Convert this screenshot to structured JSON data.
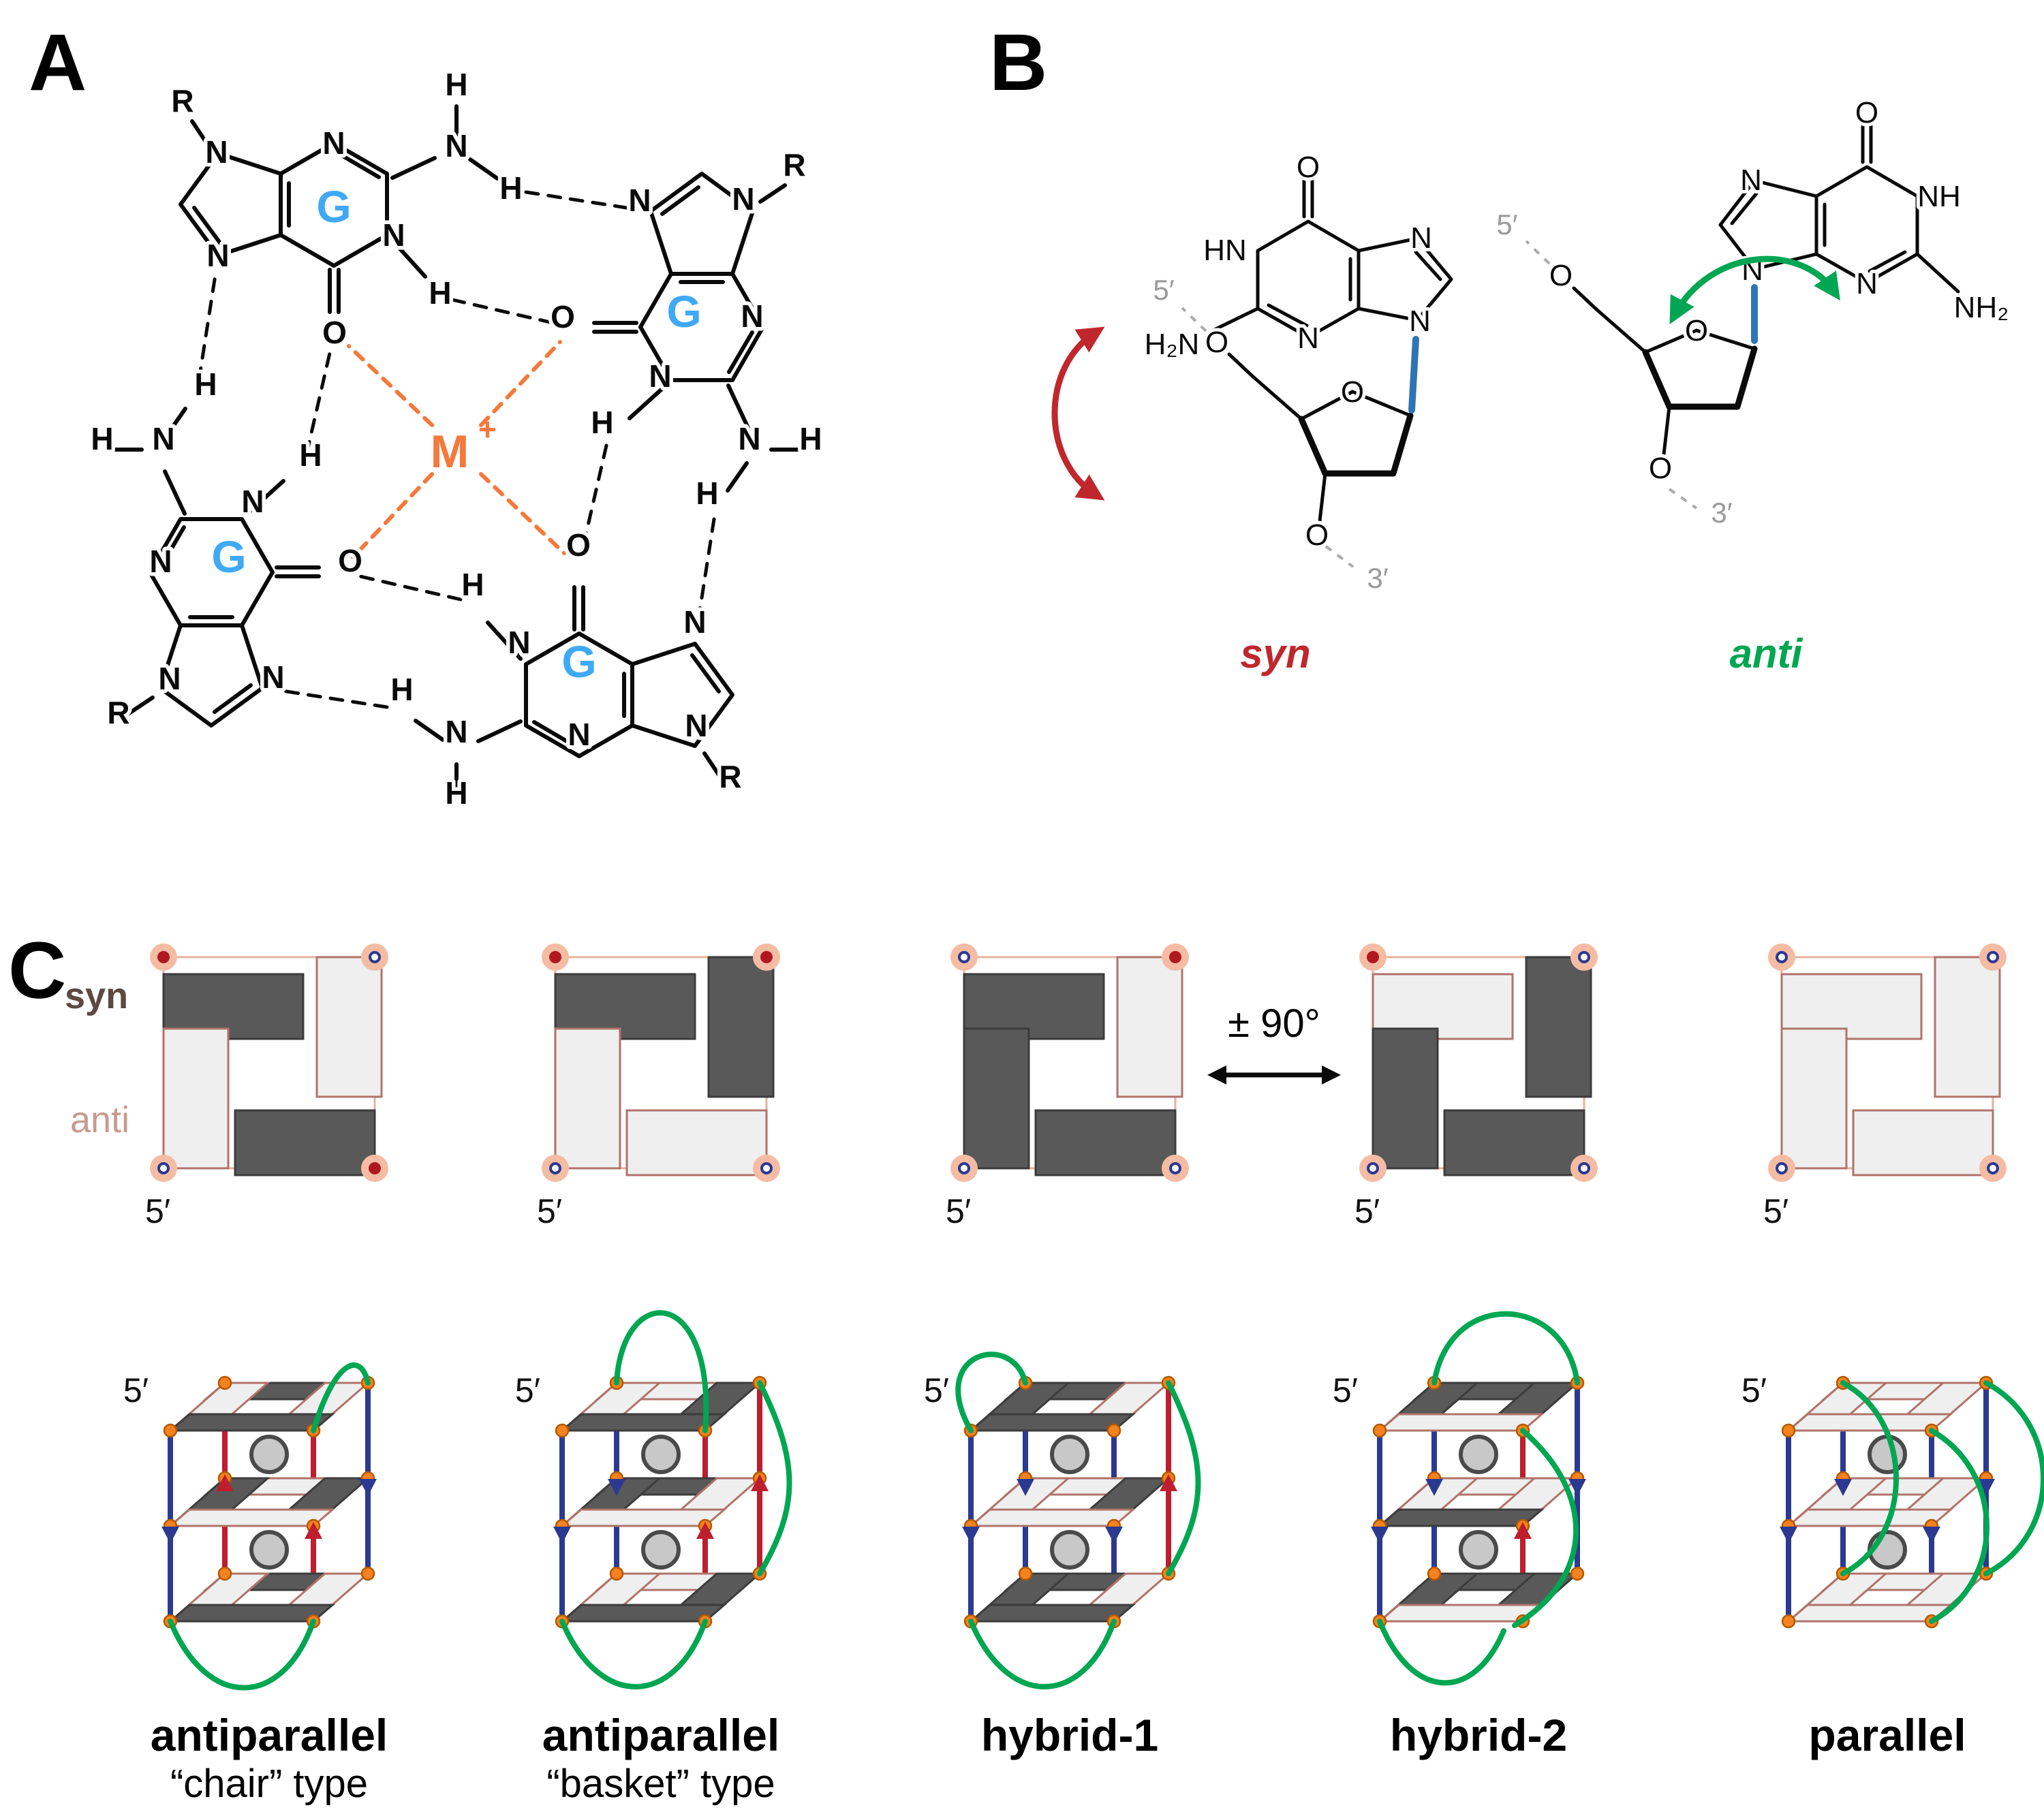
{
  "panel_a": {
    "label": "A",
    "guanine": "G",
    "metal": "M",
    "metal_charge": "+",
    "atoms": {
      "n": "N",
      "h": "H",
      "o": "O",
      "r": "R"
    }
  },
  "panel_b": {
    "label": "B",
    "atoms": {
      "o": "O",
      "n": "N",
      "hn": "HN",
      "nh": "NH",
      "h2n": "H₂N",
      "nh2": "NH₂"
    },
    "five_prime": "5′",
    "three_prime": "3′",
    "syn": "syn",
    "anti": "anti"
  },
  "panel_c": {
    "label": "C",
    "legend": {
      "syn": "syn",
      "anti": "anti"
    },
    "rotation": "± 90°",
    "five_prime": "5′",
    "structures": [
      {
        "name": "antiparallel",
        "subtitle": "“chair” type",
        "square": {
          "tiles": [
            "dark",
            "light",
            "dark",
            "light"
          ],
          "corners": [
            "red",
            "blue",
            "red",
            "blue"
          ]
        },
        "cartoon": {
          "loop_style": "chair",
          "strands": [
            {
              "color": "blue",
              "dir": "down"
            },
            {
              "color": "red",
              "dir": "up"
            },
            {
              "color": "blue",
              "dir": "down"
            },
            {
              "color": "red",
              "dir": "up"
            }
          ],
          "layers": [
            [
              "dark",
              "light",
              "dark",
              "light"
            ],
            [
              "light",
              "dark",
              "light",
              "dark"
            ],
            [
              "dark",
              "light",
              "dark",
              "light"
            ]
          ]
        }
      },
      {
        "name": "antiparallel",
        "subtitle": "“basket” type",
        "square": {
          "tiles": [
            "dark",
            "dark",
            "light",
            "light"
          ],
          "corners": [
            "red",
            "red",
            "blue",
            "blue"
          ]
        },
        "cartoon": {
          "loop_style": "basket",
          "strands": [
            {
              "color": "blue",
              "dir": "down"
            },
            {
              "color": "red",
              "dir": "up"
            },
            {
              "color": "red",
              "dir": "up"
            },
            {
              "color": "blue",
              "dir": "down"
            }
          ],
          "layers": [
            [
              "dark",
              "dark",
              "light",
              "light"
            ],
            [
              "light",
              "light",
              "dark",
              "dark"
            ],
            [
              "dark",
              "dark",
              "light",
              "light"
            ]
          ]
        }
      },
      {
        "name": "hybrid-1",
        "subtitle": "",
        "square": {
          "tiles": [
            "dark",
            "light",
            "dark",
            "dark"
          ],
          "corners": [
            "blue",
            "red",
            "blue",
            "blue"
          ]
        },
        "cartoon": {
          "loop_style": "hybrid1",
          "strands": [
            {
              "color": "blue",
              "dir": "down"
            },
            {
              "color": "blue",
              "dir": "down"
            },
            {
              "color": "red",
              "dir": "up"
            },
            {
              "color": "blue",
              "dir": "down"
            }
          ],
          "layers": [
            [
              "dark",
              "light",
              "dark",
              "dark"
            ],
            [
              "light",
              "dark",
              "light",
              "light"
            ],
            [
              "dark",
              "light",
              "dark",
              "dark"
            ]
          ]
        }
      },
      {
        "name": "hybrid-2",
        "subtitle": "",
        "square": {
          "tiles": [
            "light",
            "dark",
            "dark",
            "dark"
          ],
          "corners": [
            "red",
            "blue",
            "blue",
            "blue"
          ]
        },
        "cartoon": {
          "loop_style": "hybrid2",
          "strands": [
            {
              "color": "blue",
              "dir": "down"
            },
            {
              "color": "red",
              "dir": "up"
            },
            {
              "color": "blue",
              "dir": "down"
            },
            {
              "color": "blue",
              "dir": "down"
            }
          ],
          "layers": [
            [
              "light",
              "dark",
              "dark",
              "dark"
            ],
            [
              "dark",
              "light",
              "light",
              "light"
            ],
            [
              "light",
              "dark",
              "dark",
              "dark"
            ]
          ]
        }
      },
      {
        "name": "parallel",
        "subtitle": "",
        "square": {
          "tiles": [
            "light",
            "light",
            "light",
            "light"
          ],
          "corners": [
            "blue",
            "blue",
            "blue",
            "blue"
          ]
        },
        "cartoon": {
          "loop_style": "parallel",
          "strands": [
            {
              "color": "blue",
              "dir": "down"
            },
            {
              "color": "blue",
              "dir": "down"
            },
            {
              "color": "blue",
              "dir": "down"
            },
            {
              "color": "blue",
              "dir": "down"
            }
          ],
          "layers": [
            [
              "light",
              "light",
              "light",
              "light"
            ],
            [
              "light",
              "light",
              "light",
              "light"
            ],
            [
              "light",
              "light",
              "light",
              "light"
            ]
          ]
        }
      }
    ]
  },
  "colors": {
    "guanine_blue": "#3FA9F5",
    "metal_orange": "#F4793B",
    "syn_red": "#C0272D",
    "anti_green": "#00A651",
    "glycosidic_blue": "#2E75B6",
    "syn_tile": "#595959",
    "anti_tile": "#EFEFEF",
    "tile_edge": "#B0736B",
    "square_outline": "#E8B29C",
    "corner_halo": "#F5BCA4",
    "corner_red": "#B01820",
    "corner_blue": "#2B3990",
    "strand_blue": "#2B3990",
    "strand_red": "#BE1E2D",
    "dot_orange": "#F5821F",
    "dot_edge": "#B35A00",
    "ion_fill": "#C8C8C8",
    "ion_edge": "#4A4A4A",
    "loop_green": "#00A651",
    "syn_label": "#5C4A42",
    "anti_label": "#C79A90"
  }
}
